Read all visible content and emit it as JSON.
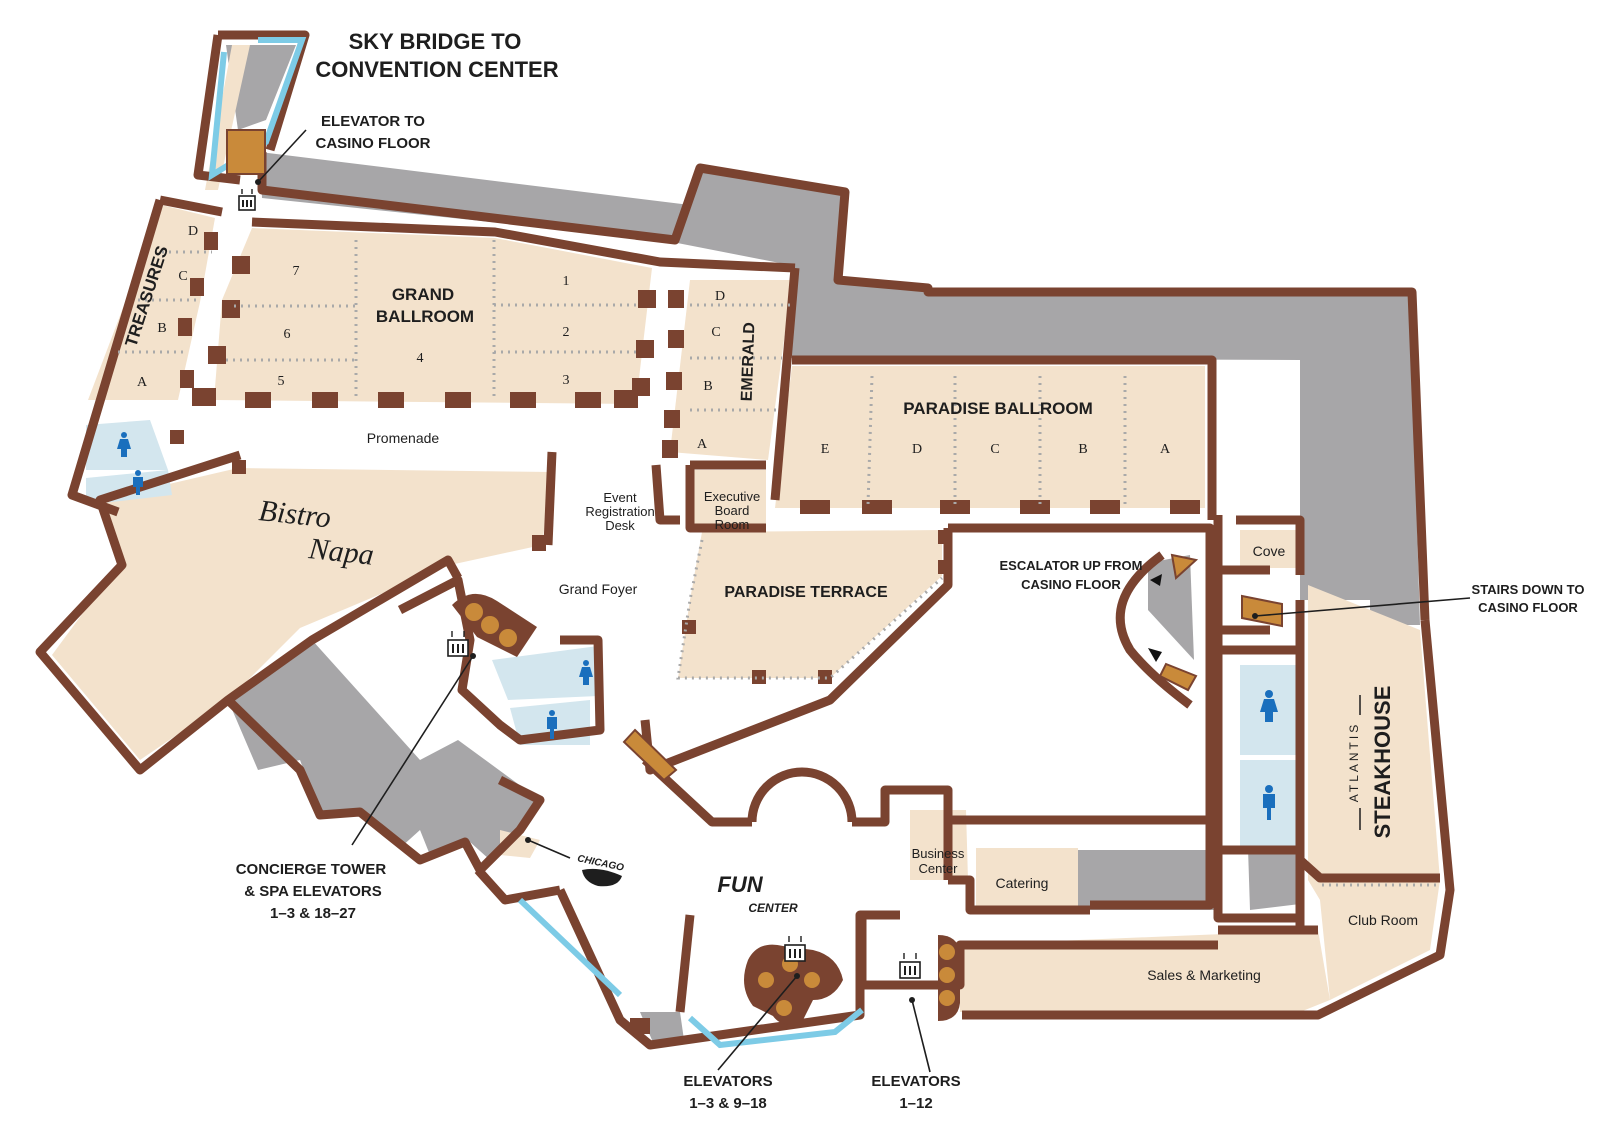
{
  "labels": {
    "sky_bridge_line1": "SKY BRIDGE TO",
    "sky_bridge_line2": "CONVENTION CENTER",
    "elev_casino_line1": "ELEVATOR TO",
    "elev_casino_line2": "CASINO FLOOR",
    "treasures": "TREASURES",
    "treasures_d": "D",
    "treasures_c": "C",
    "treasures_b": "B",
    "treasures_a": "A",
    "grand_ballroom_line1": "GRAND",
    "grand_ballroom_line2": "BALLROOM",
    "gb_1": "1",
    "gb_2": "2",
    "gb_3": "3",
    "gb_4": "4",
    "gb_5": "5",
    "gb_6": "6",
    "gb_7": "7",
    "emerald": "EMERALD",
    "emerald_d": "D",
    "emerald_c": "C",
    "emerald_b": "B",
    "emerald_a": "A",
    "paradise_ballroom": "PARADISE BALLROOM",
    "pb_e": "E",
    "pb_d": "D",
    "pb_c": "C",
    "pb_b": "B",
    "pb_a": "A",
    "promenade": "Promenade",
    "event_reg_line1": "Event",
    "event_reg_line2": "Registration",
    "event_reg_line3": "Desk",
    "exec_line1": "Executive",
    "exec_line2": "Board",
    "exec_line3": "Room",
    "bistro_line1": "Bistro",
    "bistro_line2": "Napa",
    "grand_foyer": "Grand Foyer",
    "paradise_terrace": "PARADISE TERRACE",
    "escalator_line1": "ESCALATOR UP FROM",
    "escalator_line2": "CASINO FLOOR",
    "cove": "Cove",
    "stairs_line1": "STAIRS DOWN TO",
    "stairs_line2": "CASINO FLOOR",
    "steakhouse_brand": "ATLANTIS",
    "steakhouse_name": "STEAKHOUSE",
    "club_room": "Club Room",
    "business_line1": "Business",
    "business_line2": "Center",
    "catering": "Catering",
    "sales": "Sales & Marketing",
    "fun_line1": "FUN",
    "fun_line2": "CENTER",
    "chicago_brand": "CHICAGO",
    "concierge_line1": "CONCIERGE TOWER",
    "concierge_line2": "& SPA ELEVATORS",
    "concierge_line3": "1–3 & 18–27",
    "elev_a_line1": "ELEVATORS",
    "elev_a_line2": "1–3 & 9–18",
    "elev_b_line1": "ELEVATORS",
    "elev_b_line2": "1–12"
  },
  "colors": {
    "wall": "#7a4330",
    "room": "#f3e2cc",
    "service": "#a7a6a8",
    "glass": "#7dcbe6",
    "restroom": "#d3e6ee",
    "restroom_icon": "#1a6fbd"
  },
  "icons": [
    "elevator-icon",
    "womens-restroom-icon",
    "mens-restroom-icon",
    "stairs-icon",
    "escalator-arrow-icon"
  ]
}
